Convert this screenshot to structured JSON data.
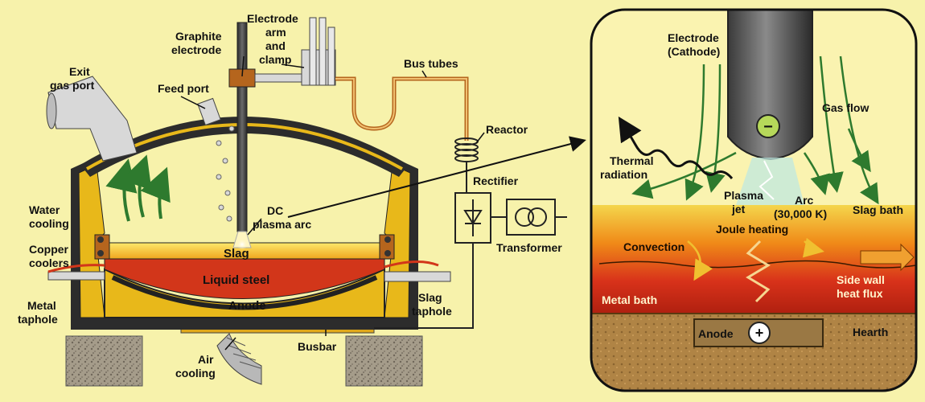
{
  "furnace": {
    "labels": {
      "exit_gas_port": [
        "Exit",
        "gas port"
      ],
      "graphite_electrode": [
        "Graphite",
        "electrode"
      ],
      "electrode_arm": [
        "Electrode",
        "arm",
        "and",
        "clamp"
      ],
      "feed_port": "Feed port",
      "bus_tubes": "Bus tubes",
      "reactor": "Reactor",
      "rectifier": "Rectifier",
      "transformer": "Transformer",
      "water_cooling": [
        "Water",
        "cooling"
      ],
      "copper_coolers": [
        "Copper",
        "coolers"
      ],
      "metal_taphole": [
        "Metal",
        "taphole"
      ],
      "dc_plasma_arc": [
        "DC",
        "plasma arc"
      ],
      "slag": "Slag",
      "liquid_steel": "Liquid steel",
      "anode": "Anode",
      "slag_taphole": [
        "Slag",
        "taphole"
      ],
      "air_cooling": [
        "Air",
        "cooling"
      ],
      "busbar": "Busbar"
    }
  },
  "detail": {
    "labels": {
      "electrode_cathode": [
        "Electrode",
        "(Cathode)"
      ],
      "gas_flow": "Gas flow",
      "thermal_radiation": [
        "Thermal",
        "radiation"
      ],
      "plasma_jet": [
        "Plasma",
        "jet"
      ],
      "arc": [
        "Arc",
        "(30,000 K)"
      ],
      "slag_bath": "Slag bath",
      "joule_heating": "Joule heating",
      "convection": "Convection",
      "side_wall_heat_flux": [
        "Side wall",
        "heat flux"
      ],
      "metal_bath": "Metal bath",
      "anode": "Anode",
      "hearth": "Hearth",
      "minus_sign": "−",
      "plus_sign": "+"
    }
  },
  "colors": {
    "background": "#f7f2ab",
    "shell_yellow": "#e8b81a",
    "slag_yellow": "#f5c518",
    "liquid_steel": "#d2361a",
    "refractory": "#3a3a3a",
    "hearth_brown": "#a67c3b"
  }
}
